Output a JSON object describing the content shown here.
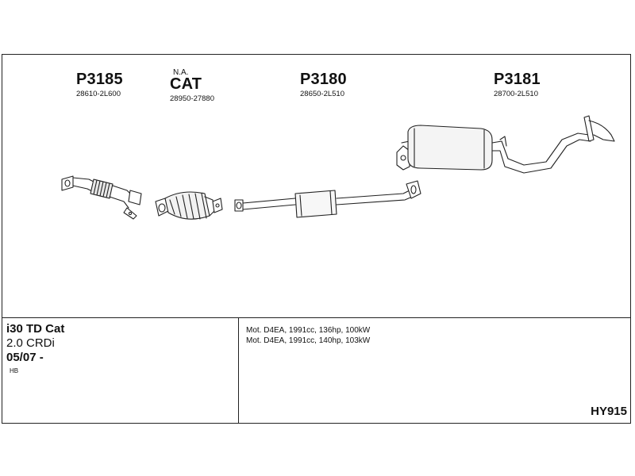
{
  "parts": [
    {
      "number": "P3185",
      "oe": "28610-2L600"
    },
    {
      "number": "CAT",
      "oe": "28950-27880",
      "note": "N.A."
    },
    {
      "number": "P3180",
      "oe": "28650-2L510"
    },
    {
      "number": "P3181",
      "oe": "28700-2L510"
    }
  ],
  "vehicle": {
    "model": "i30 TD Cat",
    "engine": "2.0 CRDi",
    "date": "05/07 -",
    "body": "HB"
  },
  "motors": [
    "Mot. D4EA, 1991cc, 136hp, 100kW",
    "Mot. D4EA, 1991cc, 140hp, 103kW"
  ],
  "system_code": "HY915"
}
